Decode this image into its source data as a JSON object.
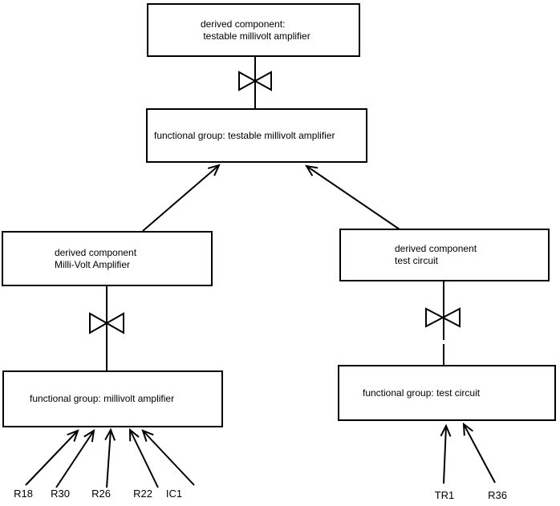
{
  "diagram": {
    "colors": {
      "background": "#ffffff",
      "line": "#000000",
      "text": "#000000"
    },
    "boxes": {
      "top_derived": {
        "line1": "derived component:",
        "line2": " testable millivolt amplifier"
      },
      "top_functional": {
        "line1": "functional group: testable millivolt amplifier"
      },
      "left_derived": {
        "line1": "derived component",
        "line2": "Milli-Volt Amplifier"
      },
      "left_functional": {
        "line1": "functional group: millivolt amplifier"
      },
      "right_derived": {
        "line1": "derived component",
        "line2": "test circuit"
      },
      "right_functional": {
        "line1": "functional group: test circuit"
      }
    },
    "leaf_labels": {
      "left": [
        "R18",
        "R30",
        "R26",
        "R22",
        "IC1"
      ],
      "right": [
        "TR1",
        "R36"
      ]
    }
  }
}
